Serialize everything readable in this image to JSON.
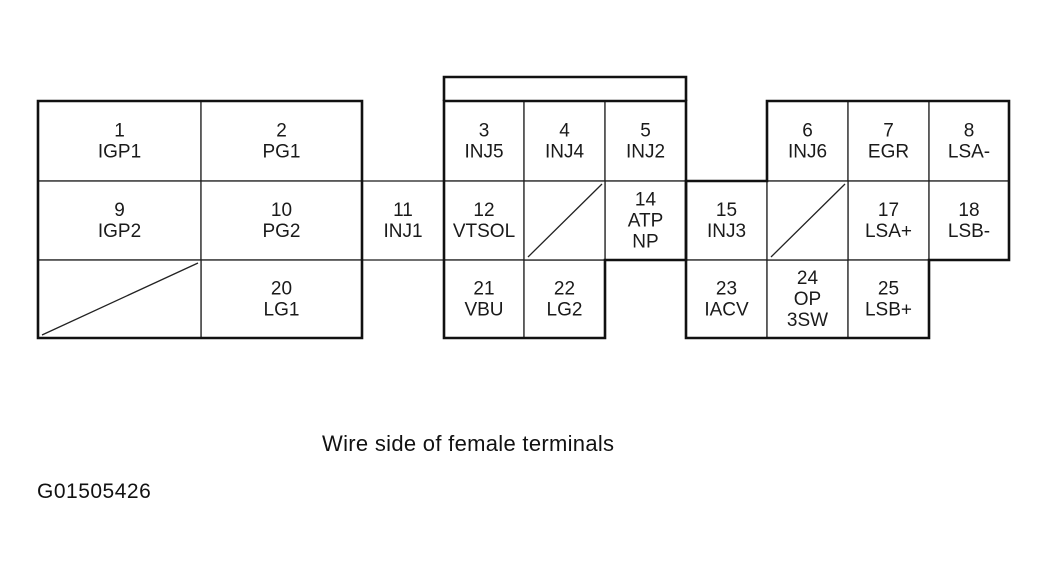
{
  "terminals": [
    {
      "num": "1",
      "name": "IGP1"
    },
    {
      "num": "2",
      "name": "PG1"
    },
    {
      "num": "3",
      "name": "INJ5"
    },
    {
      "num": "4",
      "name": "INJ4"
    },
    {
      "num": "5",
      "name": "INJ2"
    },
    {
      "num": "6",
      "name": "INJ6"
    },
    {
      "num": "7",
      "name": "EGR"
    },
    {
      "num": "8",
      "name": "LSA-"
    },
    {
      "num": "9",
      "name": "IGP2"
    },
    {
      "num": "10",
      "name": "PG2"
    },
    {
      "num": "11",
      "name": "INJ1"
    },
    {
      "num": "12",
      "name": "VTSOL"
    },
    {
      "num": "14",
      "name": "ATP",
      "name2": "NP"
    },
    {
      "num": "15",
      "name": "INJ3"
    },
    {
      "num": "17",
      "name": "LSA+"
    },
    {
      "num": "18",
      "name": "LSB-"
    },
    {
      "num": "20",
      "name": "LG1"
    },
    {
      "num": "21",
      "name": "VBU"
    },
    {
      "num": "22",
      "name": "LG2"
    },
    {
      "num": "23",
      "name": "IACV"
    },
    {
      "num": "24",
      "name": "OP",
      "name2": "3SW"
    },
    {
      "num": "25",
      "name": "LSB+"
    }
  ],
  "caption": "Wire side of female terminals",
  "figure_id": "G01505426"
}
